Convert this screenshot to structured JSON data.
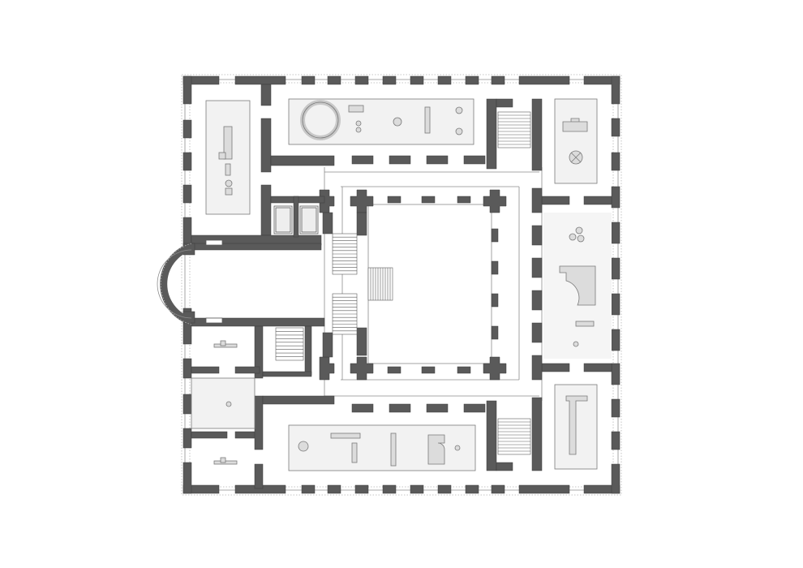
{
  "title": "",
  "colors": {
    "background": "#ffffff",
    "wall": "#5a5a5a",
    "wall_stroke": "#3c3c3c",
    "thin_line": "#8c8c8c",
    "dotted_line": "#b4b4b4",
    "display_fill": "#f2f2f2",
    "display_stroke": "#7a7a7a",
    "exhibit_fill": "#dcdcdc"
  },
  "spaces": {
    "courtyard": "courtyard",
    "apse_hall": "apse-hall",
    "gallery_north": "north-gallery",
    "gallery_south": "south-gallery",
    "gallery_east": "east-gallery",
    "room_nw": "north-west-room",
    "room_ne": "north-east-room",
    "room_se": "south-east-room",
    "rooms_sw": "south-west-rooms"
  },
  "icons": {
    "staircase": "staircase-icon",
    "exhibit": "exhibit-icon"
  }
}
